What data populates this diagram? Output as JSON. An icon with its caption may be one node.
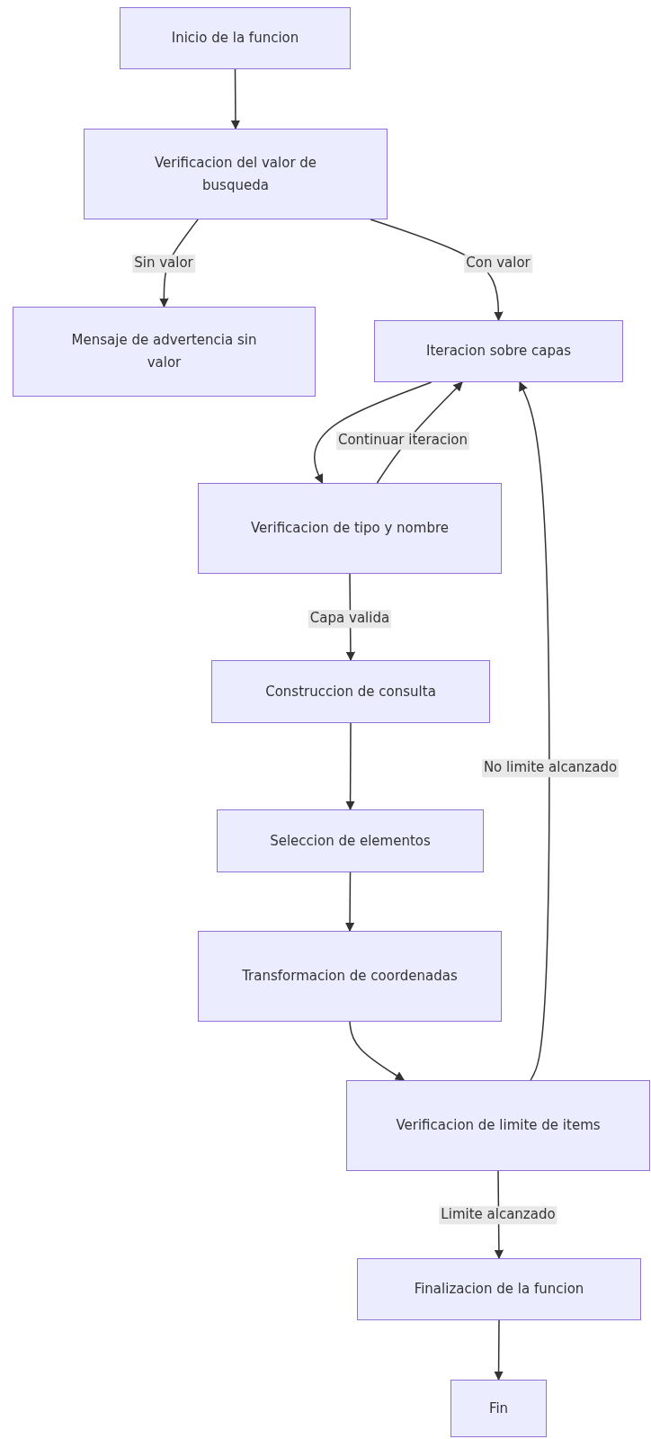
{
  "diagram": {
    "nodes": [
      {
        "text": [
          "Inicio de la funcion"
        ]
      },
      {
        "text": [
          "Verificacion del valor de busqueda"
        ]
      },
      {
        "text": [
          "Mensaje de advertencia sin valor"
        ]
      },
      {
        "text": [
          "Iteracion sobre capas"
        ]
      },
      {
        "text": [
          "Verificacion de tipo y nombre"
        ]
      },
      {
        "text": [
          "Construccion de consulta"
        ]
      },
      {
        "text": [
          "Seleccion de elementos"
        ]
      },
      {
        "text": [
          "Transformacion de coordenadas"
        ]
      },
      {
        "text": [
          "Verificacion de limite de items"
        ]
      },
      {
        "text": [
          "Finalizacion de la funcion"
        ]
      },
      {
        "text": [
          "Fin"
        ]
      }
    ],
    "edges": [
      {
        "from": 0,
        "to": 1,
        "arrow": "to"
      },
      {
        "from": 1,
        "to": 2,
        "arrow": "to",
        "label": "Sin valor"
      },
      {
        "from": 1,
        "to": 3,
        "arrow": "to",
        "label": "Con valor"
      },
      {
        "from": 3,
        "to": 4,
        "arrow": "to"
      },
      {
        "from": 4,
        "to": 3,
        "arrow": "to",
        "label": "Continuar iteracion"
      },
      {
        "from": 4,
        "to": 5,
        "arrow": "to",
        "label": "Capa valida"
      },
      {
        "from": 5,
        "to": 6,
        "arrow": "to"
      },
      {
        "from": 6,
        "to": 7,
        "arrow": "to"
      },
      {
        "from": 7,
        "to": 8,
        "arrow": "to"
      },
      {
        "from": 8,
        "to": 3,
        "arrow": "to",
        "label": "No limite alcanzado"
      },
      {
        "from": 8,
        "to": 9,
        "arrow": "to",
        "label": "Limite alcanzado"
      },
      {
        "from": 9,
        "to": 10,
        "arrow": "to"
      }
    ]
  }
}
